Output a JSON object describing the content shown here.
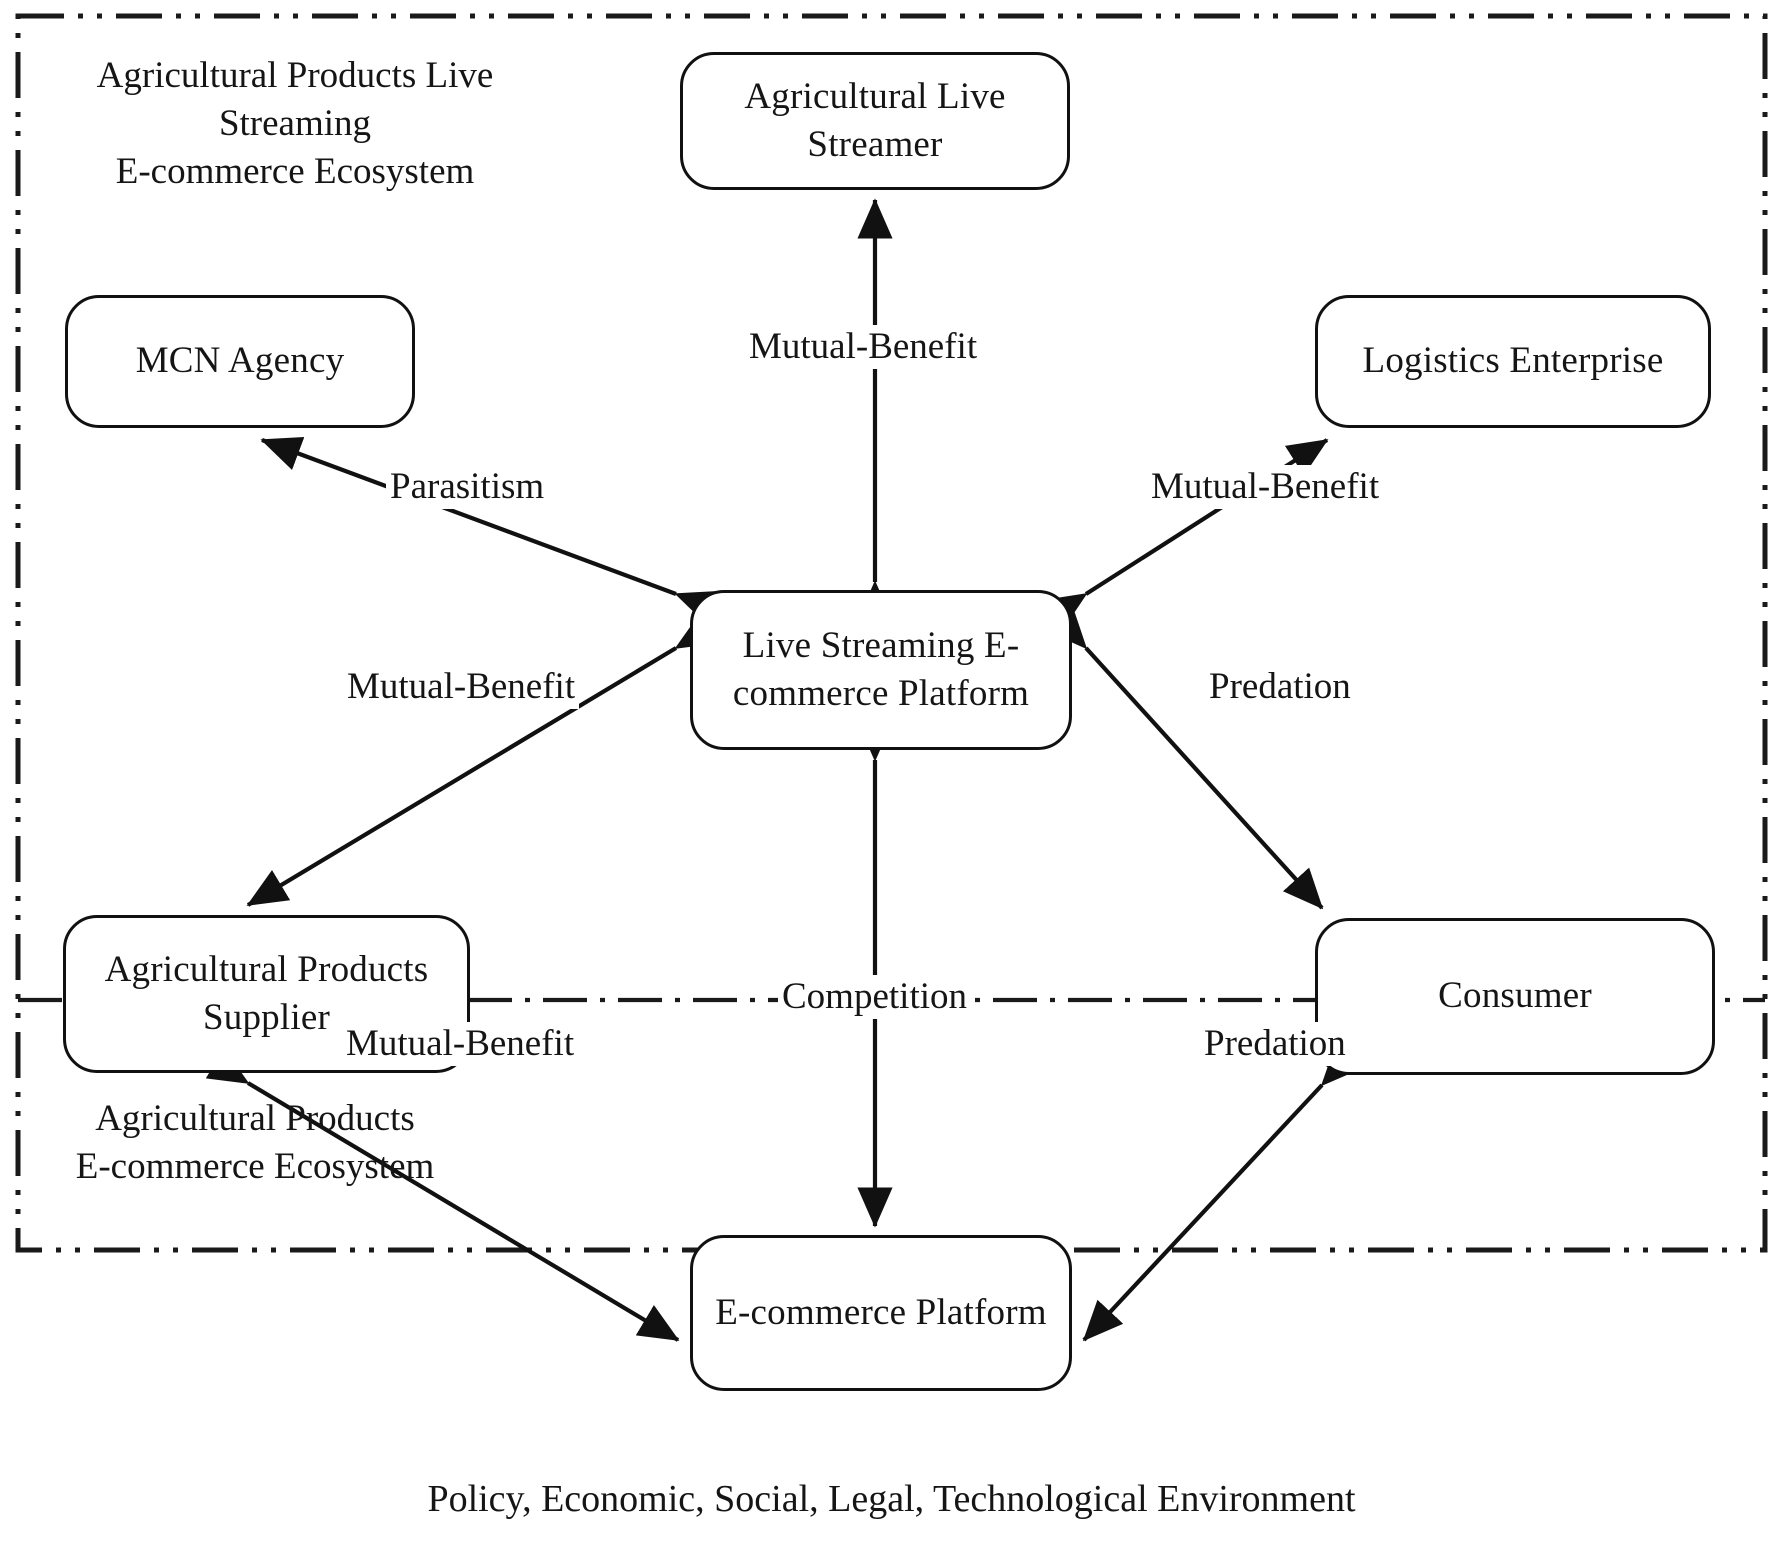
{
  "diagram": {
    "title_top_left": "Agricultural Products Live\nStreaming\nE-commerce Ecosystem",
    "title_bottom_left": "Agricultural Products\nE-commerce Ecosystem",
    "caption": "Policy, Economic, Social, Legal, Technological Environment",
    "frame_style": "dash-dot-dot rectangle",
    "colors": {
      "stroke": "#111111",
      "text": "#151515",
      "background": "#ffffff"
    },
    "nodes": [
      {
        "id": "agricultural-live-streamer",
        "label": "Agricultural Live\nStreamer"
      },
      {
        "id": "mcn-agency",
        "label": "MCN Agency"
      },
      {
        "id": "logistics-enterprise",
        "label": "Logistics Enterprise"
      },
      {
        "id": "live-streaming-e-commerce-platform",
        "label": "Live Streaming\nE-commerce\nPlatform"
      },
      {
        "id": "agricultural-products-supplier",
        "label": "Agricultural Products\nSupplier"
      },
      {
        "id": "consumer",
        "label": "Consumer"
      },
      {
        "id": "e-commerce-platform",
        "label": "E-commerce\nPlatform"
      }
    ],
    "edges": [
      {
        "id": "edge-streamer-platform",
        "from": "live-streaming-e-commerce-platform",
        "to": "agricultural-live-streamer",
        "label": "Mutual-Benefit",
        "arrows": "both"
      },
      {
        "id": "edge-mcn-platform",
        "from": "live-streaming-e-commerce-platform",
        "to": "mcn-agency",
        "label": "Parasitism",
        "arrows": "both"
      },
      {
        "id": "edge-logistics-platform",
        "from": "live-streaming-e-commerce-platform",
        "to": "logistics-enterprise",
        "label": "Mutual-Benefit",
        "arrows": "both"
      },
      {
        "id": "edge-supplier-platform",
        "from": "live-streaming-e-commerce-platform",
        "to": "agricultural-products-supplier",
        "label": "Mutual-Benefit",
        "arrows": "both"
      },
      {
        "id": "edge-consumer-platform",
        "from": "consumer",
        "to": "live-streaming-e-commerce-platform",
        "label": "Predation",
        "arrows": "both"
      },
      {
        "id": "edge-supplier-ecommerce",
        "from": "agricultural-products-supplier",
        "to": "e-commerce-platform",
        "label": "Mutual-Benefit",
        "arrows": "both"
      },
      {
        "id": "edge-consumer-ecommerce",
        "from": "consumer",
        "to": "e-commerce-platform",
        "label": "Predation",
        "arrows": "both"
      },
      {
        "id": "edge-platform-ecommerce",
        "from": "live-streaming-e-commerce-platform",
        "to": "e-commerce-platform",
        "label": "",
        "arrows": "both"
      },
      {
        "id": "edge-competition",
        "from": "agricultural-products-supplier",
        "to": "consumer",
        "label": "Competition",
        "arrows": "none",
        "style": "dash-dot"
      }
    ],
    "edge_labels": {
      "parasitism": "Parasitism",
      "mutual_benefit_top": "Mutual-Benefit",
      "mutual_benefit_logistics": "Mutual-Benefit",
      "mutual_benefit_supplier": "Mutual-Benefit",
      "predation_top": "Predation",
      "competition": "Competition",
      "mutual_benefit_bottom": "Mutual-Benefit",
      "predation_bottom": "Predation"
    }
  }
}
